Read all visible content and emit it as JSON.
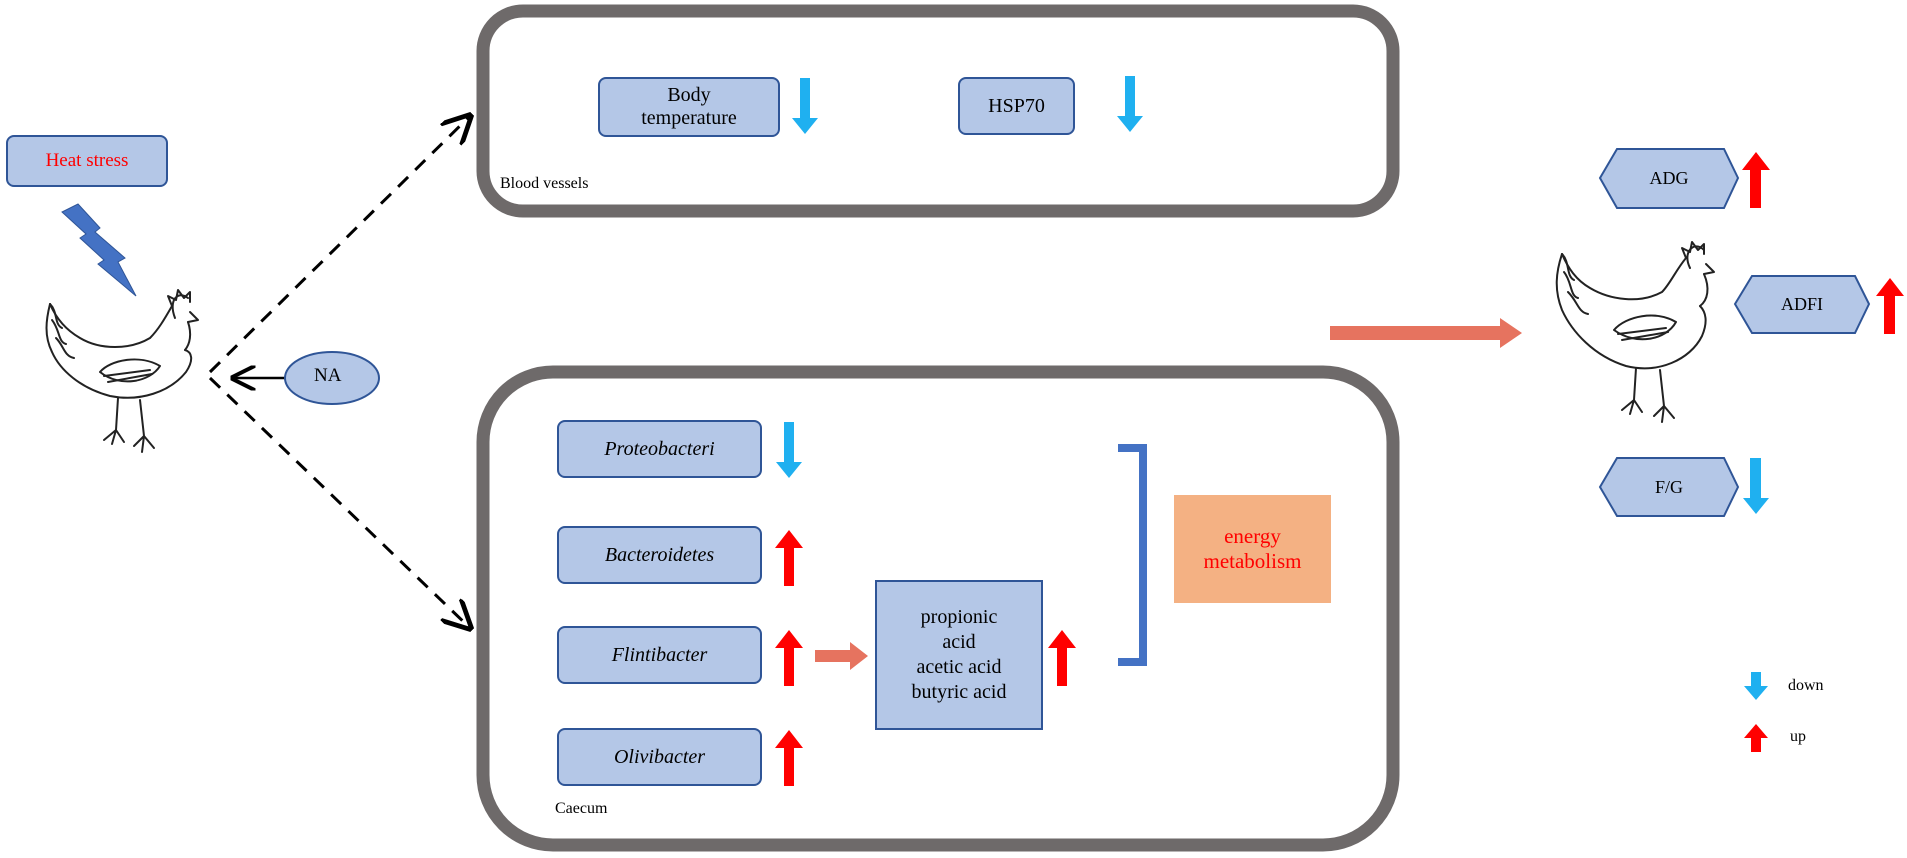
{
  "stressor": {
    "label": "Heat stress",
    "color": "#ff0000"
  },
  "treatment": {
    "label": "NA"
  },
  "blood_vessels": {
    "panel_label": "Blood vessels",
    "items": [
      {
        "label": "Body temperature",
        "direction": "down"
      },
      {
        "label": "HSP70",
        "direction": "down"
      }
    ]
  },
  "caecum": {
    "panel_label": "Caecum",
    "bacteria": [
      {
        "label": "Proteobacteri",
        "direction": "down"
      },
      {
        "label": "Bacteroidetes",
        "direction": "up"
      },
      {
        "label": "Flintibacter",
        "direction": "up"
      },
      {
        "label": "Olivibacter",
        "direction": "up"
      }
    ],
    "scfa": {
      "lines": [
        "propionic",
        "acid",
        "acetic acid",
        "butyric acid"
      ],
      "direction": "up"
    },
    "outcome": {
      "lines": [
        "energy",
        "metabolism"
      ],
      "color": "#ff0000",
      "bg": "#f4b183"
    }
  },
  "performance": [
    {
      "label": "ADG",
      "direction": "up"
    },
    {
      "label": "ADFI",
      "direction": "up"
    },
    {
      "label": "F/G",
      "direction": "down"
    }
  ],
  "legend": [
    {
      "label": "down",
      "direction": "down"
    },
    {
      "label": "up",
      "direction": "up"
    }
  ],
  "colors": {
    "up": "#ff0000",
    "down": "#1fb0f0",
    "box_fill": "#b4c7e7",
    "box_border": "#2f5597",
    "panel_border": "#6e6a6a",
    "flow_arrow": "#e6735f",
    "bracket": "#4472c4",
    "bolt": "#4472c4"
  },
  "icons": [
    "lightning-bolt-icon",
    "chicken-icon",
    "up-arrow-icon",
    "down-arrow-icon"
  ]
}
